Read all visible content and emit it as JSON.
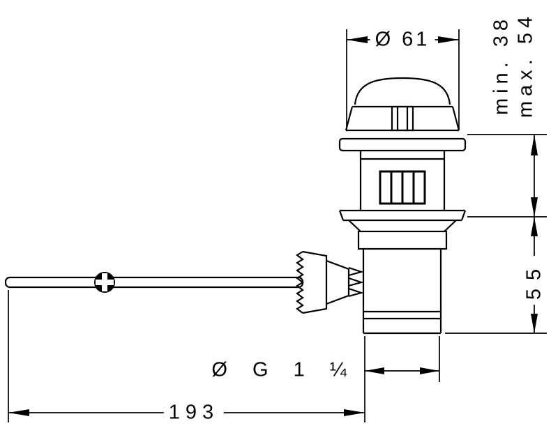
{
  "drawing": {
    "background": "#ffffff",
    "line_color": "#000000"
  },
  "dimensions": {
    "cap_diameter": "Ø 61",
    "min_depth": "min. 38",
    "max_depth": "max. 54",
    "body_height": "55",
    "thread": "Ø G 1 ¼",
    "rod_length": "193"
  }
}
